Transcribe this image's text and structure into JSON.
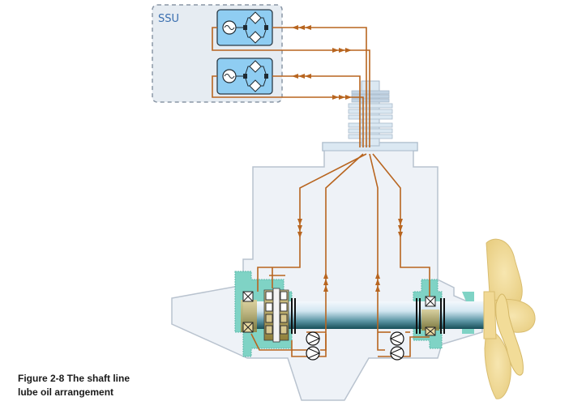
{
  "figure": {
    "caption_line1": "Figure 2-8 The shaft line",
    "caption_line2": "lube oil arrangement"
  },
  "diagram": {
    "ssu_label": "SSU",
    "components": [
      {
        "name": "ssu-unit-1",
        "parts": [
          "heater",
          "valve",
          "filter",
          "filter",
          "valve"
        ]
      },
      {
        "name": "ssu-unit-2",
        "parts": [
          "heater",
          "valve",
          "filter",
          "filter",
          "valve"
        ]
      },
      {
        "name": "slip-ring-stack"
      },
      {
        "name": "thruster-housing"
      },
      {
        "name": "forward-bearing-assembly"
      },
      {
        "name": "aft-bearing-assembly"
      },
      {
        "name": "propeller-shaft"
      },
      {
        "name": "propeller"
      },
      {
        "name": "pump-pair-forward",
        "count": 2
      },
      {
        "name": "pump-pair-aft",
        "count": 2
      }
    ],
    "colors": {
      "pipe": "#b8651f",
      "housing_fill": "#eef2f7",
      "housing_stroke": "#b9c3cf",
      "ssu_box_fill": "#e6ecf2",
      "ssu_unit_fill": "#8fcdf2",
      "seal_fill": "#7fd3c5",
      "oil_fill": "#c9b670",
      "propeller_fill": "#f4dfa0",
      "shaft_dark": "#1d5a66",
      "shaft_light": "#eef6fb"
    }
  }
}
